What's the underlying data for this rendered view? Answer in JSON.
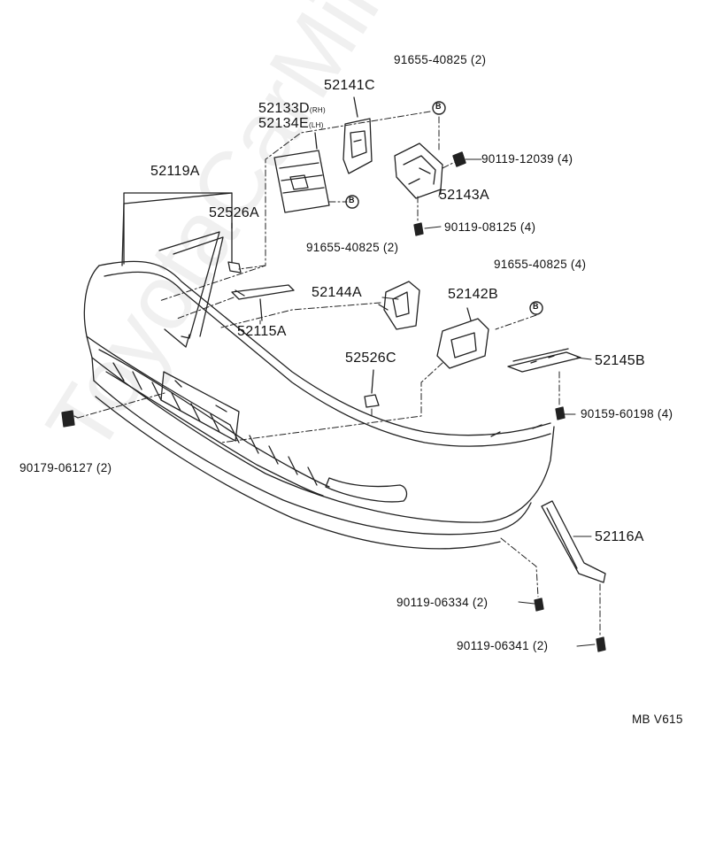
{
  "diagram": {
    "watermark": "ToyotaCarMine.ru",
    "code": "MB V615",
    "parts": {
      "p52119A": "52119A",
      "p52526A": "52526A",
      "p52133D": "52133D",
      "p52133D_note": "(RH)",
      "p52134E": "52134E",
      "p52134E_note": "(LH)",
      "p52141C": "52141C",
      "p52143A": "52143A",
      "p52115A": "52115A",
      "p52144A": "52144A",
      "p52142B": "52142B",
      "p52526C": "52526C",
      "p52145B": "52145B",
      "p52116A": "52116A",
      "f91655_top": "91655-40825 (2)",
      "f91655_mid": "91655-40825 (2)",
      "f91655_right": "91655-40825 (4)",
      "f90119_12039": "90119-12039 (4)",
      "f90119_08125": "90119-08125 (4)",
      "f90159_60198": "90159-60198 (4)",
      "f90179_06127": "90179-06127 (2)",
      "f90119_06334": "90119-06334 (2)",
      "f90119_06341": "90119-06341 (2)"
    },
    "markers": {
      "b1": "B",
      "b2": "B",
      "b3": "B"
    }
  }
}
